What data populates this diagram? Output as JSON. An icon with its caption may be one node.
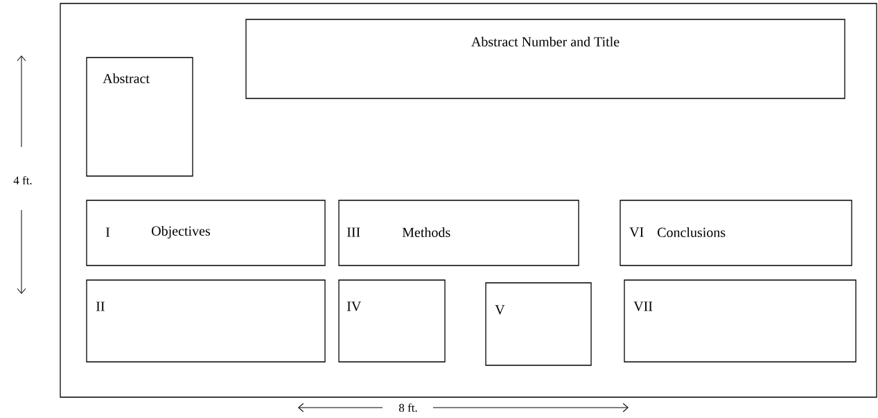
{
  "diagram": {
    "nodes": [
      {
        "text": [],
        "shape": "box"
      },
      {
        "text": [
          "Abstract Number and Title"
        ],
        "in": 0
      },
      {
        "text": [
          "Abstract"
        ],
        "in": 0
      },
      {
        "text": [
          "I",
          "Objectives"
        ],
        "in": 0
      },
      {
        "text": [
          "III",
          "Methods"
        ],
        "in": 0
      },
      {
        "text": [
          "VI",
          "Conclusions"
        ],
        "in": 0
      },
      {
        "text": [
          "II"
        ],
        "in": 0
      },
      {
        "text": [
          "IV"
        ],
        "in": 0
      },
      {
        "text": [
          "V"
        ],
        "in": 0
      },
      {
        "text": [
          "VII"
        ],
        "in": 0
      }
    ],
    "labels": [
      "4 ft.",
      "8 ft."
    ]
  }
}
